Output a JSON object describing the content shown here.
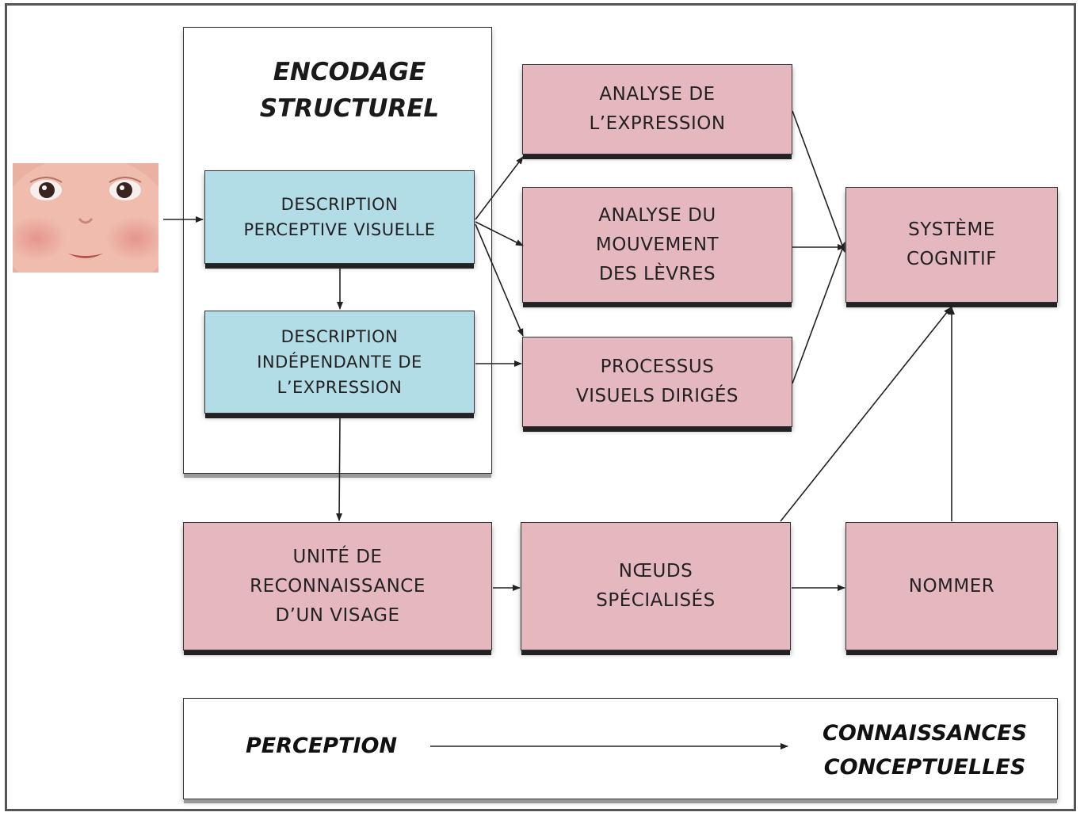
{
  "diagram": {
    "encodage": {
      "title": "ENCODAGE\nSTRUCTUREL"
    },
    "nodes": {
      "description_perceptive": "DESCRIPTION\nPERCEPTIVE VISUELLE",
      "description_independante": "DESCRIPTION\nINDÉPENDANTE DE\nL’EXPRESSION",
      "analyse_expression": "ANALYSE DE\nL’EXPRESSION",
      "analyse_mouvement": "ANALYSE DU\nMOUVEMENT\nDES LÈVRES",
      "processus_visuels": "PROCESSUS\nVISUELS DIRIGÉS",
      "systeme_cognitif": "SYSTÈME\nCOGNITIF",
      "unite_reconnaissance": "UNITÉ DE\nRECONNAISSANCE\nD’UN VISAGE",
      "noeuds_specialises": "NŒUDS\nSPÉCIALISÉS",
      "nommer": "NOMMER"
    },
    "legend": {
      "left": "PERCEPTION",
      "right": "CONNAISSANCES\nCONCEPTUELLES"
    },
    "colors": {
      "pink": "#e5b8bf",
      "blue": "#b3dde6"
    }
  }
}
